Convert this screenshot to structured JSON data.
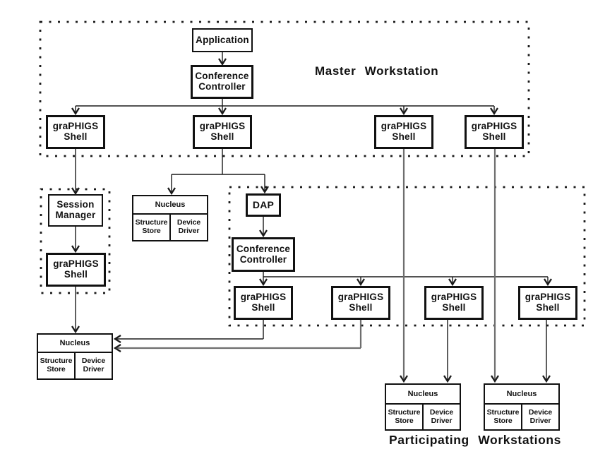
{
  "regions": {
    "master_label": "Master Workstation",
    "participating_label": "Participating Workstations"
  },
  "boxes": {
    "application": "Application",
    "conference_controller": "Conference Controller",
    "graphigs_shell": "graPHIGS Shell",
    "session_manager": "Session Manager",
    "dap": "DAP",
    "nucleus_title": "Nucleus",
    "structure_store": "Structure Store",
    "device_driver": "Device Driver"
  },
  "colors": {
    "line": "#1a1a1a",
    "gray_line": "#6e6e6e",
    "border": "#111111",
    "background": "#ffffff"
  }
}
